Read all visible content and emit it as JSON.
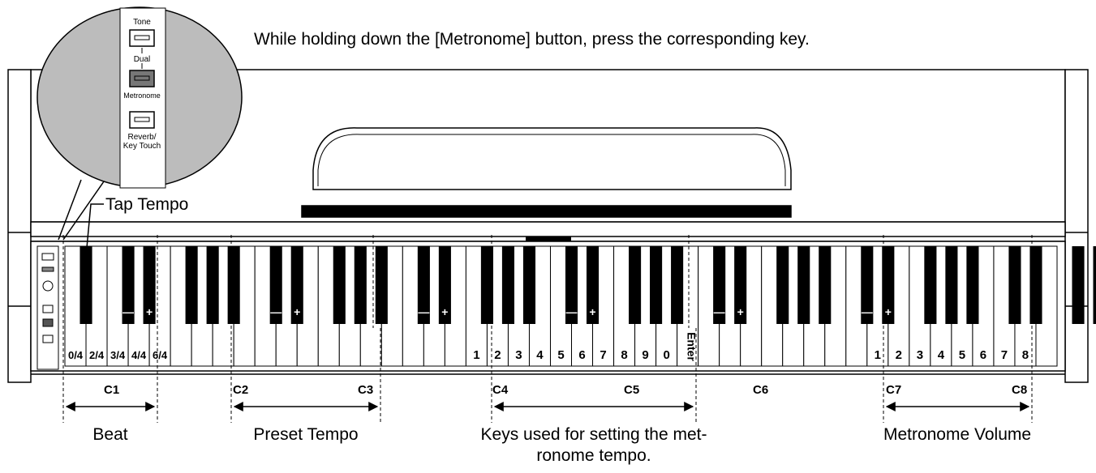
{
  "instruction": "While holding down the [Metronome] button, press the corresponding key.",
  "callout": {
    "tone": "Tone",
    "dual": "Dual",
    "metronome": "Metronome",
    "reverb_line1": "Reverb/",
    "reverb_line2": "Key Touch"
  },
  "tap_tempo": "Tap Tempo",
  "beat_labels": [
    "0/4",
    "2/4",
    "3/4",
    "4/4",
    "6/4"
  ],
  "tempo_key_labels": [
    "1",
    "2",
    "3",
    "4",
    "5",
    "6",
    "7",
    "8",
    "9",
    "0"
  ],
  "enter_label": "Enter",
  "volume_labels": [
    "1",
    "2",
    "3",
    "4",
    "5",
    "6",
    "7",
    "8"
  ],
  "plus_minus": {
    "minus": "—",
    "plus": "+"
  },
  "octaves": {
    "c1": "C1",
    "c2": "C2",
    "c3": "C3",
    "c4": "C4",
    "c5": "C5",
    "c6": "C6",
    "c7": "C7",
    "c8": "C8"
  },
  "bottom_labels": {
    "beat": "Beat",
    "preset_tempo": "Preset Tempo",
    "tempo_keys_line1": "Keys used for setting the met-",
    "tempo_keys_line2": "ronome tempo.",
    "metronome_volume": "Metronome Volume"
  }
}
